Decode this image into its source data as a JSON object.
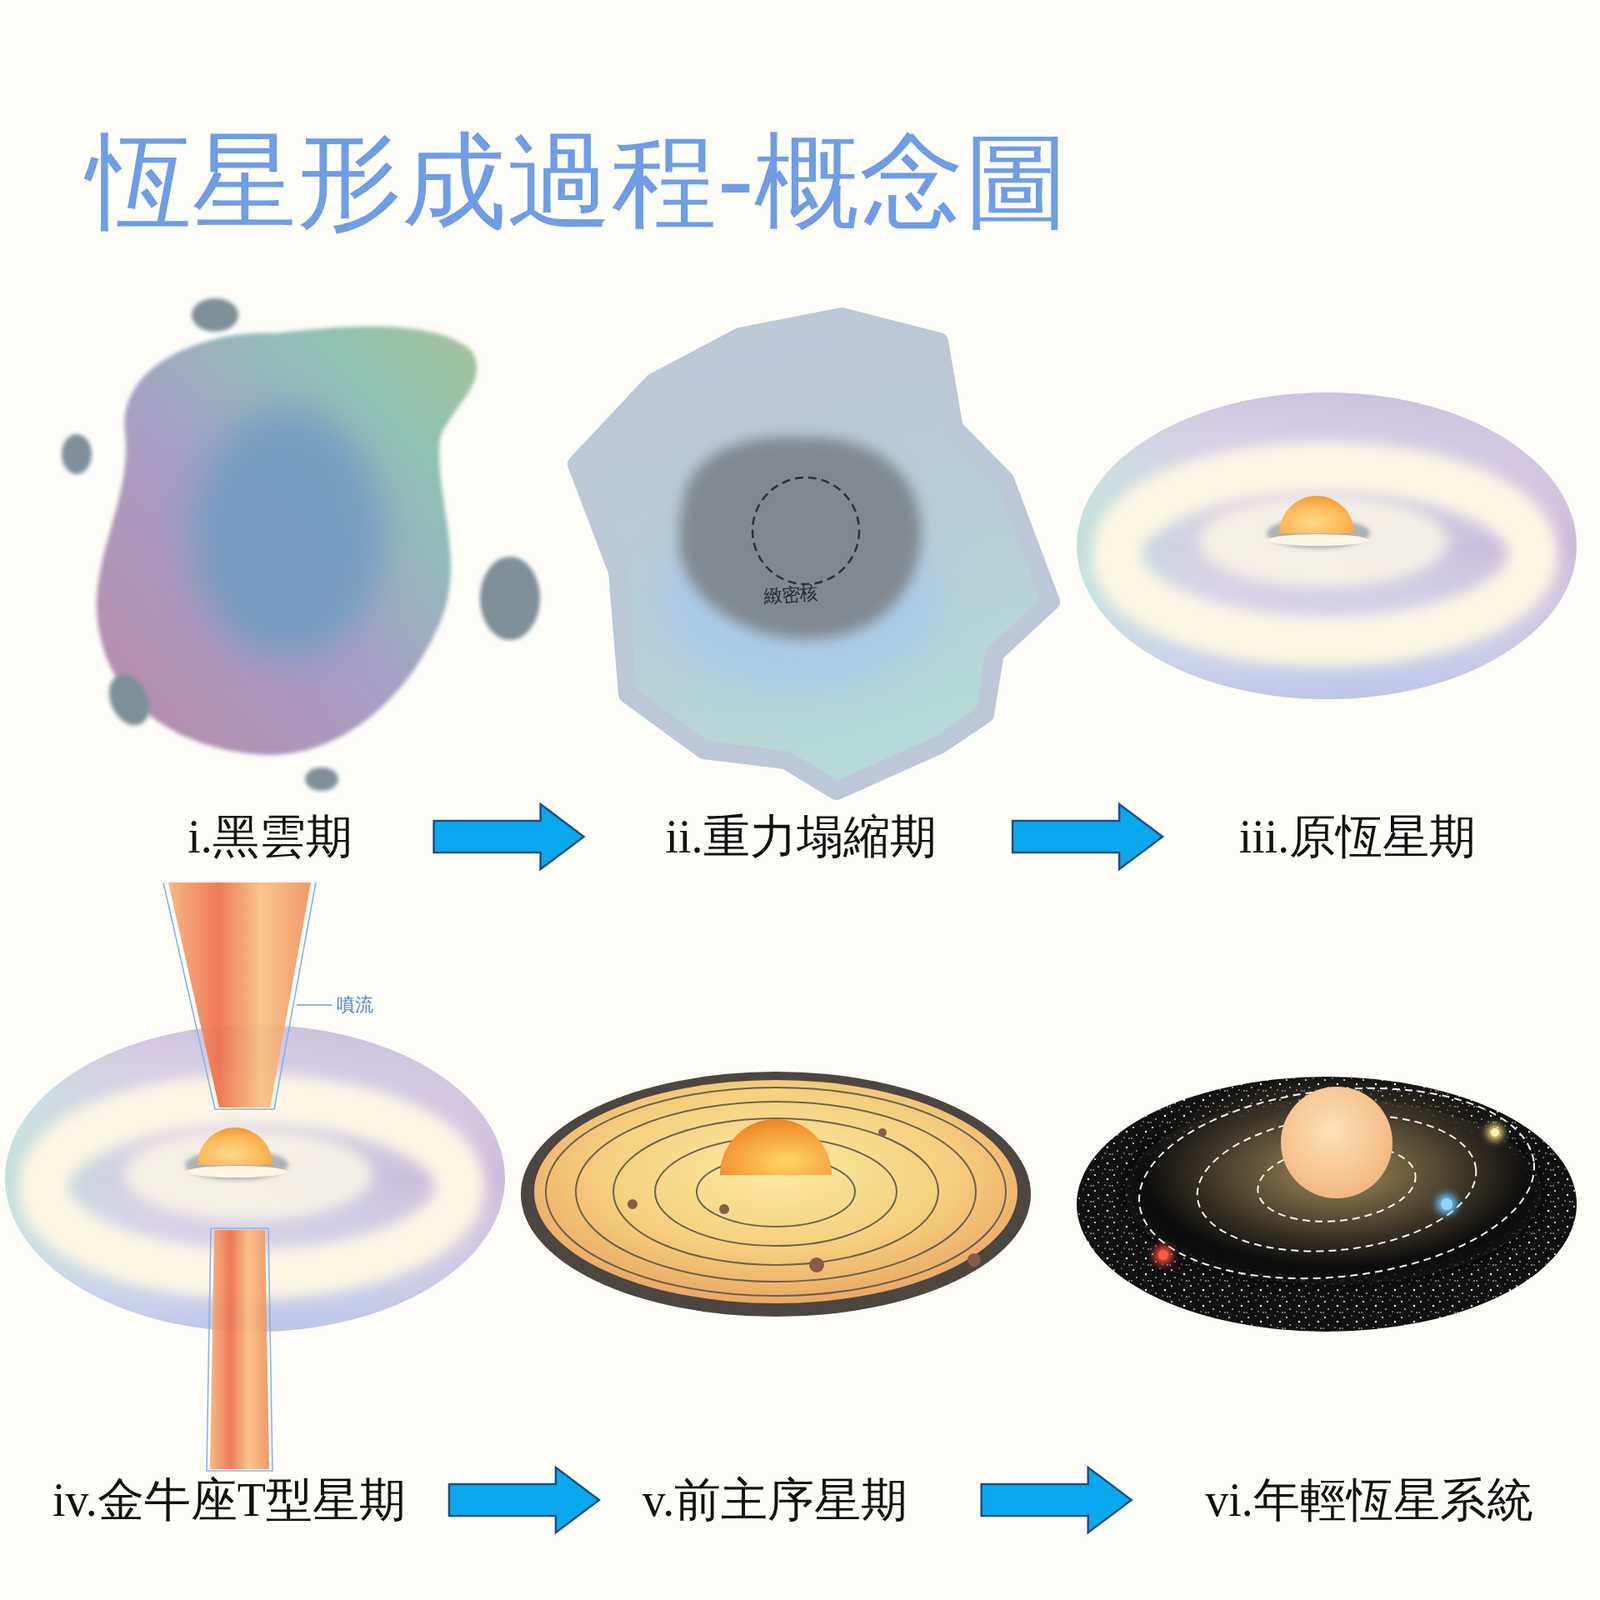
{
  "diagram": {
    "title": "恆星形成過程-概念圖",
    "nodes": [
      {
        "text": [
          "i.黑雲期"
        ]
      },
      {
        "text": [
          "ii.重力塌縮期"
        ]
      },
      {
        "text": [
          "iii.原恆星期"
        ]
      },
      {
        "text": [
          "iv.金牛座T型星期"
        ]
      },
      {
        "text": [
          "v.前主序星期"
        ]
      },
      {
        "text": [
          "vi.年輕恆星系統"
        ]
      }
    ],
    "edges": [
      {
        "from": 0,
        "to": 1,
        "arrow": "to"
      },
      {
        "from": 1,
        "to": 2,
        "arrow": "to"
      },
      {
        "from": 3,
        "to": 4,
        "arrow": "to"
      },
      {
        "from": 4,
        "to": 5,
        "arrow": "to"
      }
    ],
    "labels": [
      "緻密核",
      "噴流"
    ]
  }
}
